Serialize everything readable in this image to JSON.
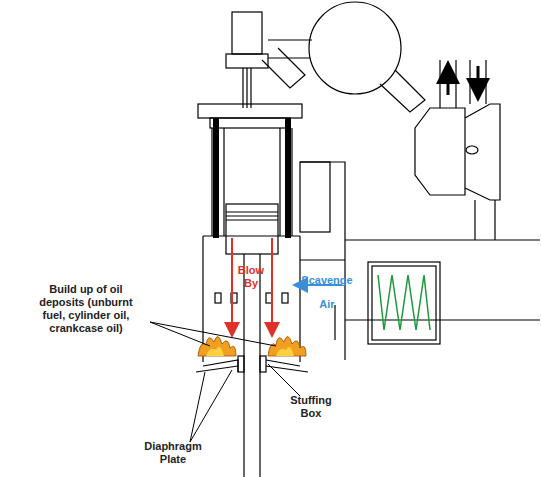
{
  "diagram": {
    "labels": [
      "Build up of oil deposits (unburnt fuel, cylinder oil, crankcase oil)",
      "Blow By",
      "Scavenge Air",
      "Stuffing Box",
      "Diaphragm Plate"
    ]
  }
}
